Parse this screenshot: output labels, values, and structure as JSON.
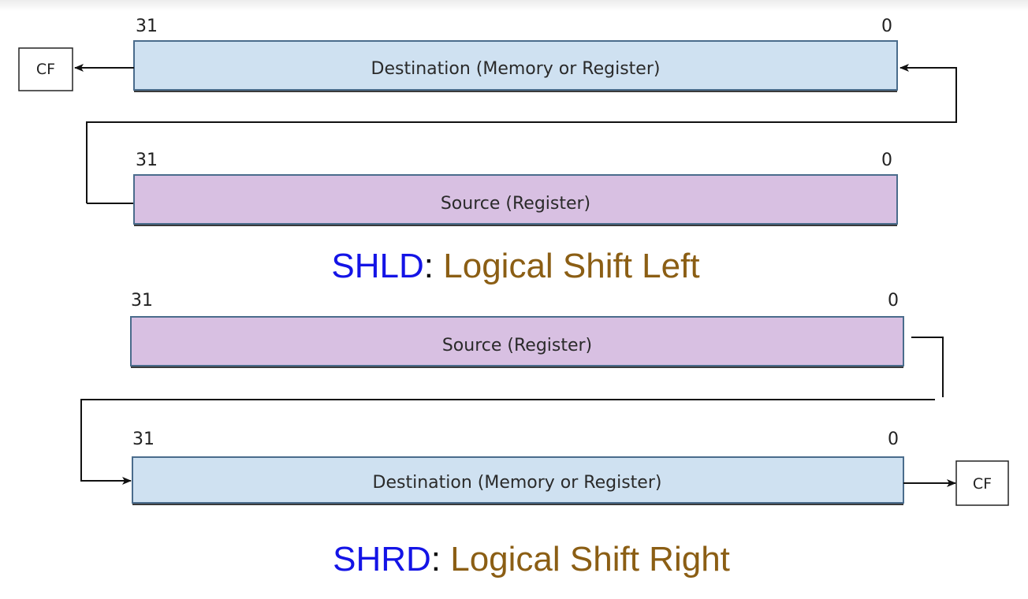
{
  "colors": {
    "destination_fill": "#cfe1f1",
    "source_fill": "#d8c0e2",
    "register_border": "#4a6c8c",
    "mnemonic": "#1414e6",
    "description": "#8b5e14"
  },
  "shld": {
    "destination": {
      "label": "Destination (Memory or Register)",
      "bit_high": "31",
      "bit_low": "0"
    },
    "source": {
      "label": "Source (Register)",
      "bit_high": "31",
      "bit_low": "0"
    },
    "carry_flag": "CF",
    "caption": {
      "mnemonic": "SHLD",
      "separator": ":",
      "description": " Logical Shift Left"
    }
  },
  "shrd": {
    "source": {
      "label": "Source (Register)",
      "bit_high": "31",
      "bit_low": "0"
    },
    "destination": {
      "label": "Destination (Memory or Register)",
      "bit_high": "31",
      "bit_low": "0"
    },
    "carry_flag": "CF",
    "caption": {
      "mnemonic": "SHRD",
      "separator": ":",
      "description": " Logical Shift Right"
    }
  }
}
